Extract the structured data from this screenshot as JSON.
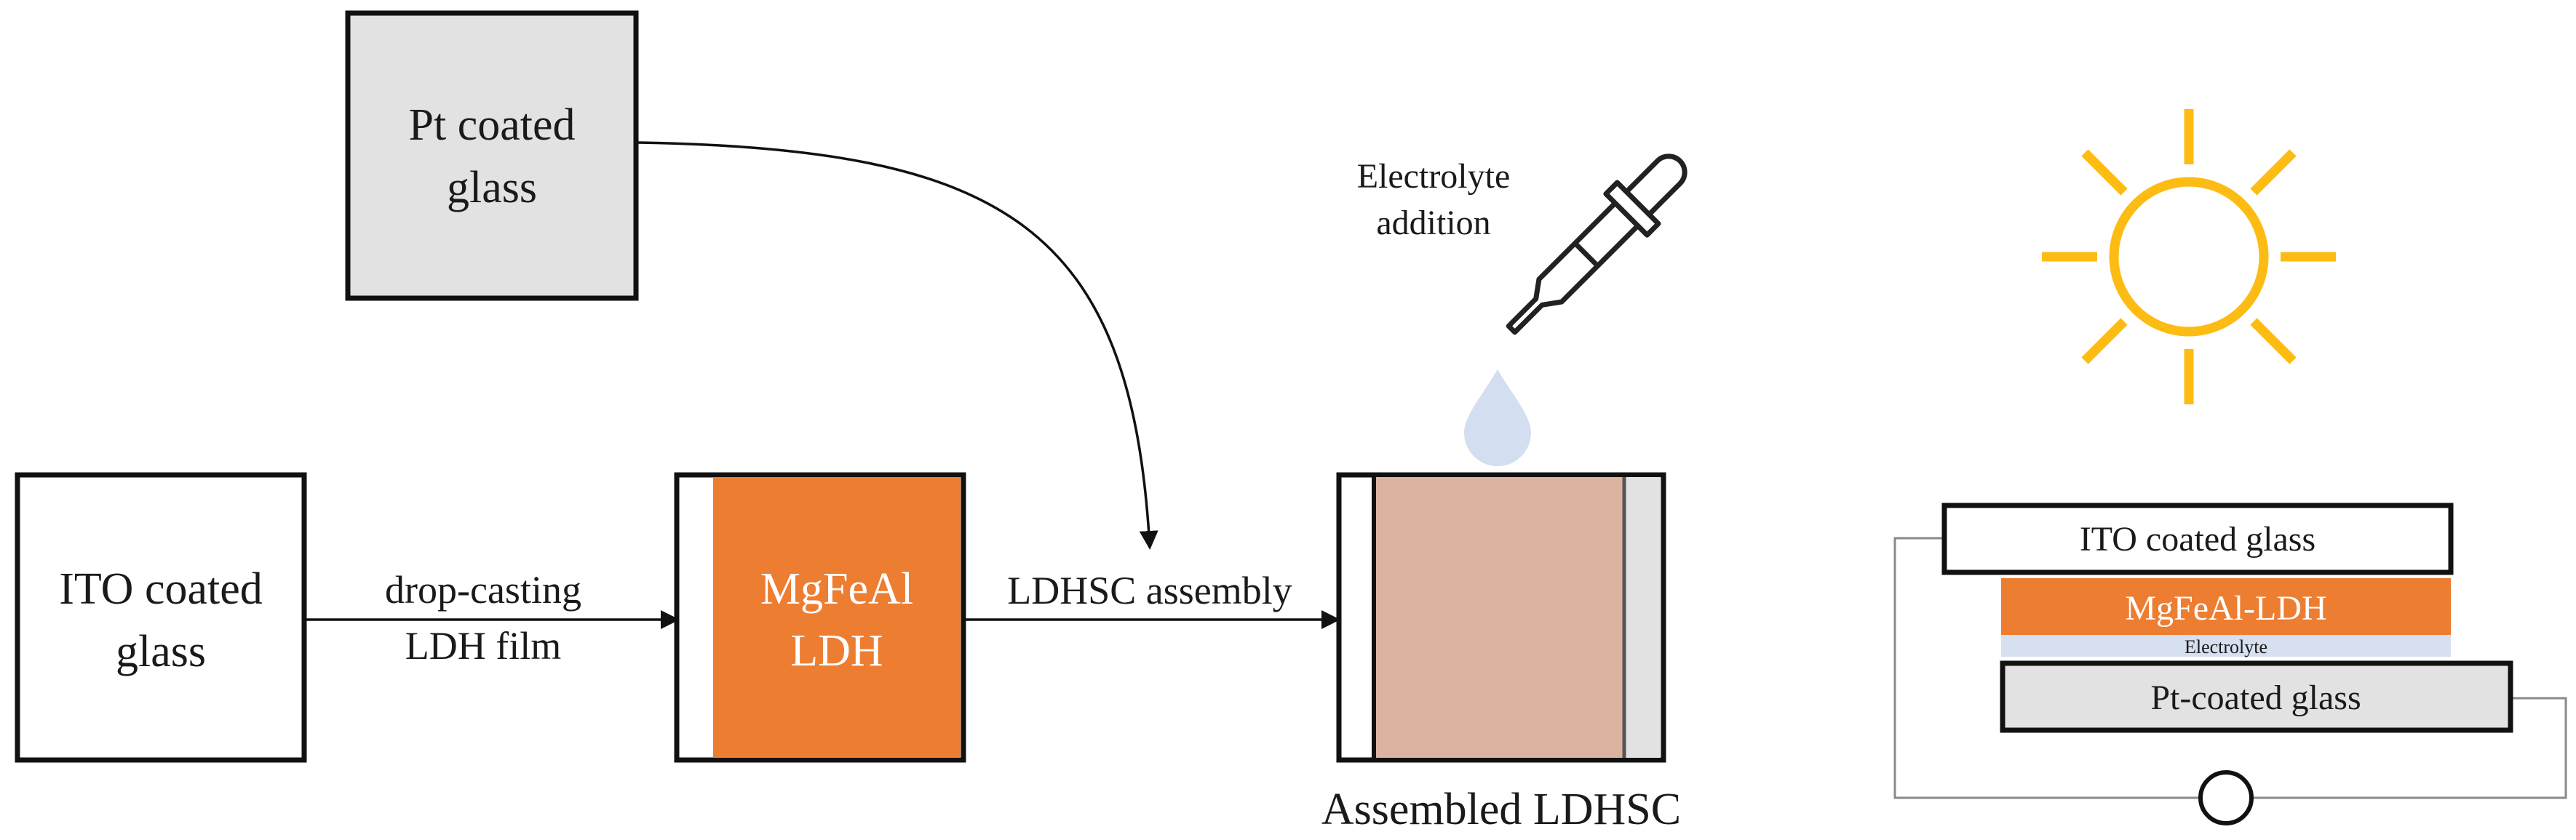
{
  "pt_glass": {
    "line1": "Pt coated",
    "line2": "glass"
  },
  "ito_glass": {
    "line1": "ITO coated",
    "line2": "glass"
  },
  "step1": {
    "line1": "drop-casting",
    "line2": "LDH film"
  },
  "ldh_film": {
    "line1": "MgFeAl",
    "line2": "LDH"
  },
  "step2": {
    "label": "LDHSC assembly"
  },
  "electrolyte_step": {
    "line1": "Electrolyte",
    "line2": "addition"
  },
  "assembled": {
    "label": "Assembled LDHSC"
  },
  "device": {
    "top_layer": "ITO coated glass",
    "ldh_layer": "MgFeAl-LDH",
    "electrolyte_layer": "Electrolyte",
    "bottom_layer": "Pt-coated glass"
  },
  "icons": [
    "sun-icon",
    "dropper-icon",
    "droplet-icon",
    "load-circle-icon"
  ],
  "colors": {
    "ldh_orange": "#ed7d31",
    "glass_gray": "#e2e2e2",
    "assembled_fill": "#dcb3a0",
    "sun": "#fdbc14",
    "electrolyte_blue": "#d6e0f0",
    "droplet": "#d3dff0"
  }
}
